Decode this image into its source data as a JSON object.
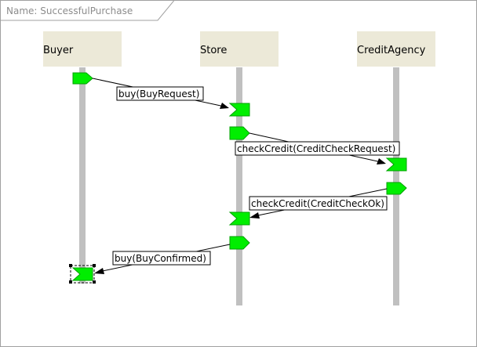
{
  "diagram": {
    "name_label": "Name: SuccessfulPurchase",
    "lifelines": [
      {
        "id": "buyer",
        "label": "Buyer"
      },
      {
        "id": "store",
        "label": "Store"
      },
      {
        "id": "agency",
        "label": "CreditAgency"
      }
    ],
    "messages": [
      {
        "label": "buy(BuyRequest)"
      },
      {
        "label": "checkCredit(CreditCheckRequest)"
      },
      {
        "label": "checkCredit(CreditCheckOk)"
      },
      {
        "label": "buy(BuyConfirmed)"
      }
    ],
    "colors": {
      "port_fill": "#00ee00",
      "lifeline": "#c0c0c0",
      "header": "#ece9d8"
    }
  }
}
